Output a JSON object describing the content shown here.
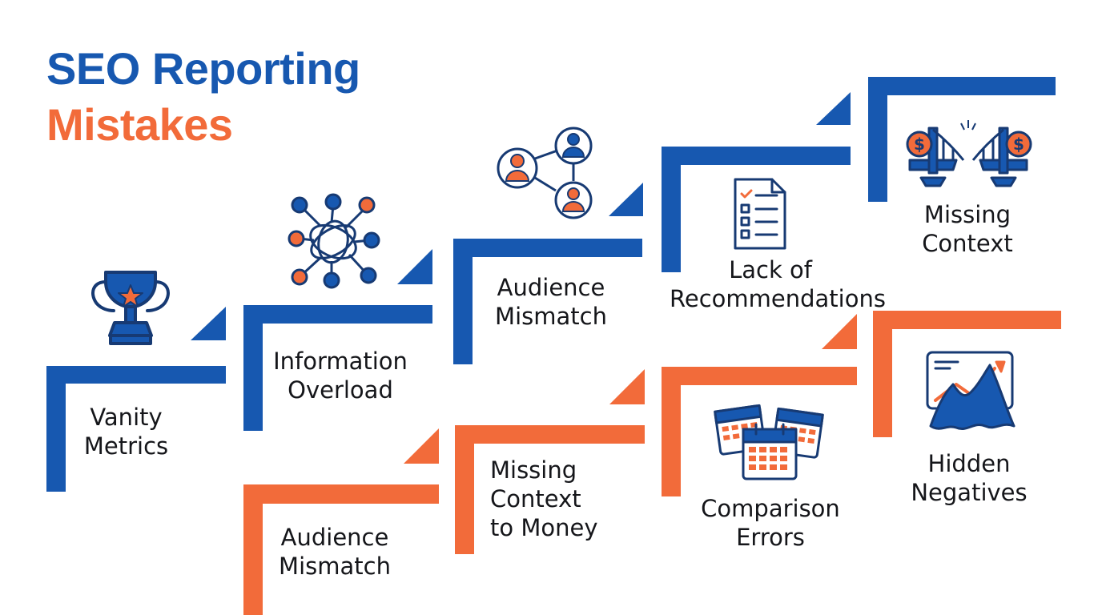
{
  "title": {
    "line1": "SEO Reporting",
    "line2": "Mistakes"
  },
  "colors": {
    "blue": "#1758b0",
    "orange": "#f26b3a",
    "navy": "#173a73",
    "text": "#15161a"
  },
  "steps_top": [
    {
      "line1": "Vanity",
      "line2": "Metrics",
      "icon": "trophy-icon"
    },
    {
      "line1": "Information",
      "line2": "Overload",
      "icon": "tangled-network-icon"
    },
    {
      "line1": "Audience",
      "line2": "Mismatch",
      "icon": "people-network-icon"
    },
    {
      "line1": "Lack of",
      "line2": "Recommendations",
      "icon": "checklist-icon"
    },
    {
      "line1": "Missing",
      "line2": "Context",
      "icon": "broken-bridge-icon"
    }
  ],
  "steps_bottom": [
    {
      "line1": "Audience",
      "line2": "Mismatch"
    },
    {
      "line1": "Missing",
      "line2": "Context",
      "line3": "to Money"
    },
    {
      "line1": "Comparison",
      "line2": "Errors",
      "icon": "calendars-icon"
    },
    {
      "line1": "Hidden",
      "line2": "Negatives",
      "icon": "hidden-chart-icon"
    }
  ]
}
